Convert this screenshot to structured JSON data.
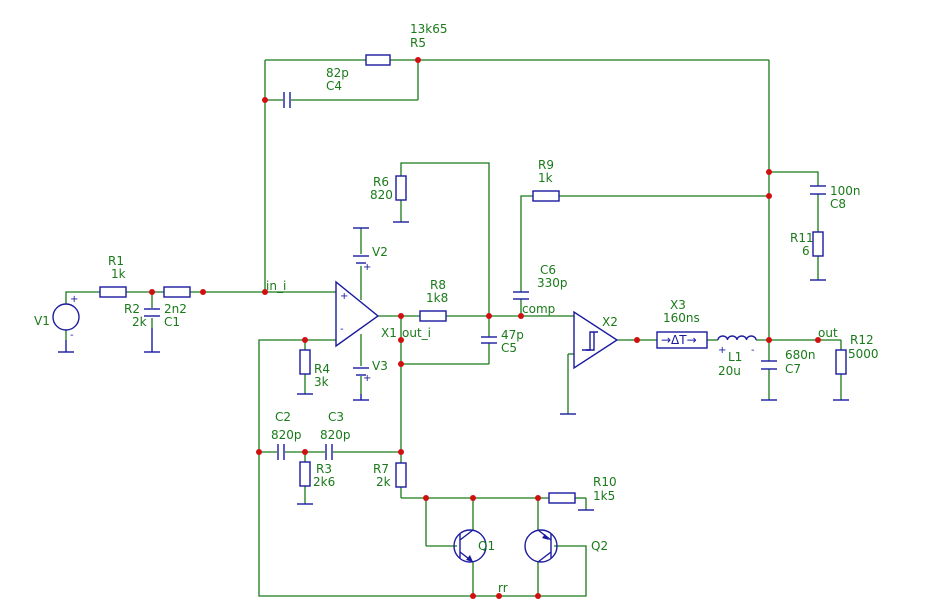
{
  "title": "",
  "components": {
    "R1": {
      "ref": "R1",
      "value": "1k"
    },
    "R2": {
      "ref": "R2",
      "value": "2k"
    },
    "C1": {
      "ref": "C1",
      "value": "2n2"
    },
    "V1": {
      "ref": "V1"
    },
    "R5": {
      "ref": "R5",
      "value": "13k65"
    },
    "C4": {
      "ref": "C4",
      "value": "82p"
    },
    "R6": {
      "ref": "R6",
      "value": "820"
    },
    "V2": {
      "ref": "V2"
    },
    "V3": {
      "ref": "V3"
    },
    "R8": {
      "ref": "R8",
      "value": "1k8"
    },
    "X1": {
      "ref": "X1"
    },
    "R4": {
      "ref": "R4",
      "value": "3k"
    },
    "C5": {
      "ref": "C5",
      "value": "47p"
    },
    "R9": {
      "ref": "R9",
      "value": "1k"
    },
    "C6": {
      "ref": "C6",
      "value": "330p"
    },
    "X2": {
      "ref": "X2"
    },
    "X3": {
      "ref": "X3",
      "value": "160ns"
    },
    "L1": {
      "ref": "L1",
      "value": "20u"
    },
    "C7": {
      "ref": "C7",
      "value": "680n"
    },
    "C8": {
      "ref": "C8",
      "value": "100n"
    },
    "R11": {
      "ref": "R11",
      "value": "6"
    },
    "R12": {
      "ref": "R12",
      "value": "5000"
    },
    "C2": {
      "ref": "C2",
      "value": "820p"
    },
    "C3": {
      "ref": "C3",
      "value": "820p"
    },
    "R3": {
      "ref": "R3",
      "value": "2k6"
    },
    "R7": {
      "ref": "R7",
      "value": "2k"
    },
    "R10": {
      "ref": "R10",
      "value": "1k5"
    },
    "Q1": {
      "ref": "Q1"
    },
    "Q2": {
      "ref": "Q2"
    }
  },
  "nets": {
    "in_i": "in_i",
    "out_i": "out_i",
    "comp": "comp",
    "out": "out",
    "rr": "rr"
  },
  "delay_glyph": "→ΔT→",
  "pin_plus": "+",
  "pin_minus": "-",
  "colors": {
    "wire": "#1a7a1a",
    "component": "#1a1aa0",
    "junction": "#d01010",
    "background": "#ffffff"
  }
}
